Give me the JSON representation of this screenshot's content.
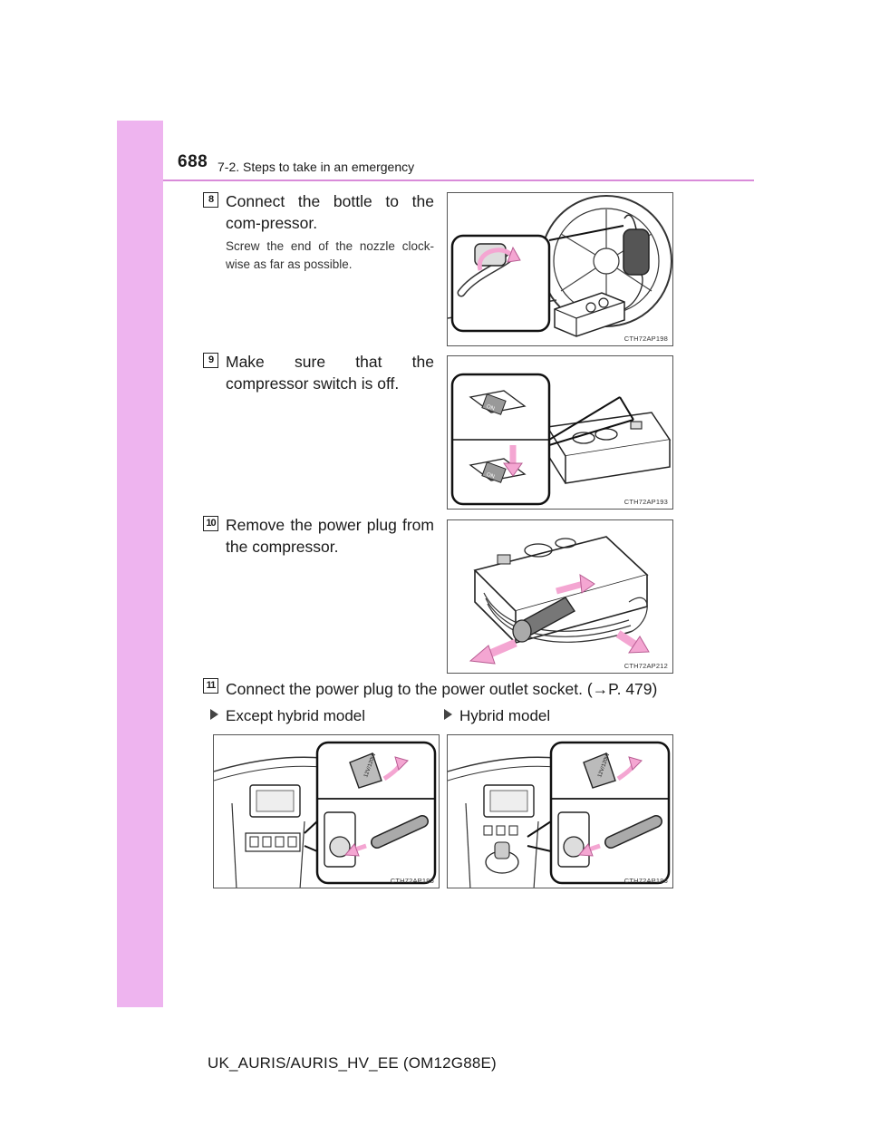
{
  "header": {
    "page_number": "688",
    "section_title": "7-2. Steps to take in an emergency"
  },
  "steps": [
    {
      "number": "8",
      "text": "Connect the bottle to the com-pressor.",
      "note": "Screw the end of the nozzle clock-wise as far as possible.",
      "figure_code": "CTH72AP198"
    },
    {
      "number": "9",
      "text": "Make sure that the compressor switch is off.",
      "figure_code": "CTH72AP193",
      "switch_labels": [
        "ON",
        "OFF"
      ]
    },
    {
      "number": "10",
      "text": "Remove the power plug from the compressor.",
      "figure_code": "CTH72AP212"
    },
    {
      "number": "11",
      "text": "Connect the power plug to the power outlet socket. (→P. 479)"
    }
  ],
  "variants": [
    {
      "label": "Except hybrid model",
      "figure_code": "CTH72AP195",
      "cap_text": "12V/120W"
    },
    {
      "label": "Hybrid model",
      "figure_code": "CTH72AP196",
      "cap_text": "12V/120W"
    }
  ],
  "footer": {
    "text": "UK_AURIS/AURIS_HV_EE (OM12G88E)"
  },
  "colors": {
    "sidebar": "#eeb4ef",
    "header_rule": "#d98bd9",
    "arrow_fill": "#f4a6d2"
  }
}
